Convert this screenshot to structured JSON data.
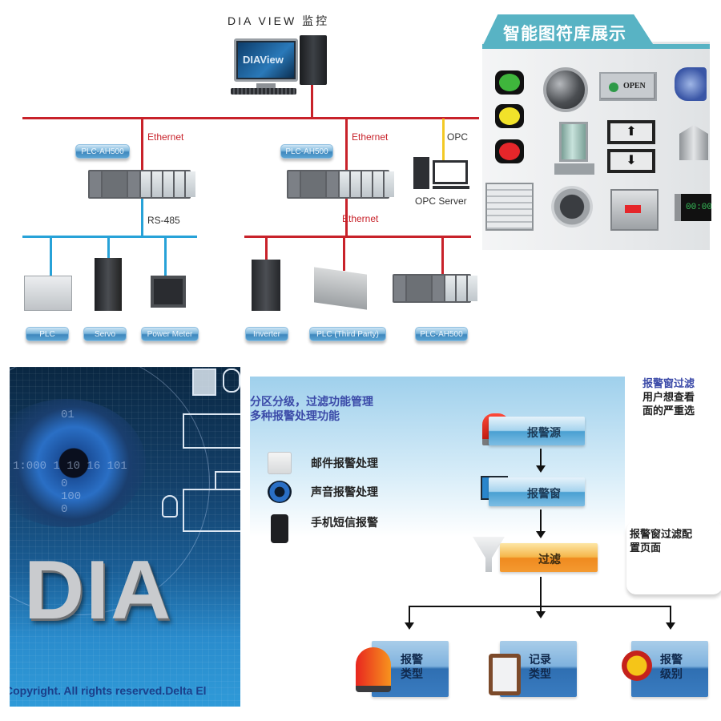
{
  "topology": {
    "title": "DIA VIEW 监控",
    "monitor_text": "DIAView",
    "labels": {
      "ethernet_left": "Ethernet",
      "ethernet_mid": "Ethernet",
      "ethernet_lower": "Ethernet",
      "opc": "OPC",
      "rs485": "RS-485",
      "opc_server": "OPC Server"
    },
    "controllers": [
      "PLC-AH500",
      "PLC-AH500"
    ],
    "devices": [
      "PLC",
      "Servo",
      "Power Meter",
      "Inverter",
      "PLC (Third Party)",
      "PLC-AH500"
    ],
    "colors": {
      "ethernet": "#c8222a",
      "rs485": "#27a2d8",
      "opc": "#f3c925"
    }
  },
  "symbol_library": {
    "title": "智能图符库展示",
    "lamps": [
      "#3fb63c",
      "#f1e22a",
      "#e5262a"
    ],
    "open_button_label": "OPEN",
    "up_arrow": "⬆",
    "down_arrow": "⬇",
    "clock_text": "00:00:"
  },
  "splash": {
    "logo_text": "DIA",
    "binary_rows": [
      "01",
      "1:000  1 10 16 101",
      "0",
      "100",
      "0"
    ],
    "copyright": "Copyright.  All rights reserved.Delta El"
  },
  "alarm": {
    "header": [
      "分区分级，过滤功能管理",
      "多种报警处理功能"
    ],
    "features": [
      "邮件报警处理",
      "声音报警处理",
      "手机短信报警"
    ],
    "flow": {
      "source": "报警源",
      "window": "报警窗",
      "filter": "过滤",
      "outputs": [
        [
          "报警",
          "类型"
        ],
        [
          "记录",
          "类型"
        ],
        [
          "报警",
          "级别"
        ]
      ]
    },
    "filter_note": [
      "报警窗过滤配",
      "置页面"
    ],
    "top_note": [
      "报警窗过滤",
      "用户想查看",
      "面的严重选"
    ]
  }
}
